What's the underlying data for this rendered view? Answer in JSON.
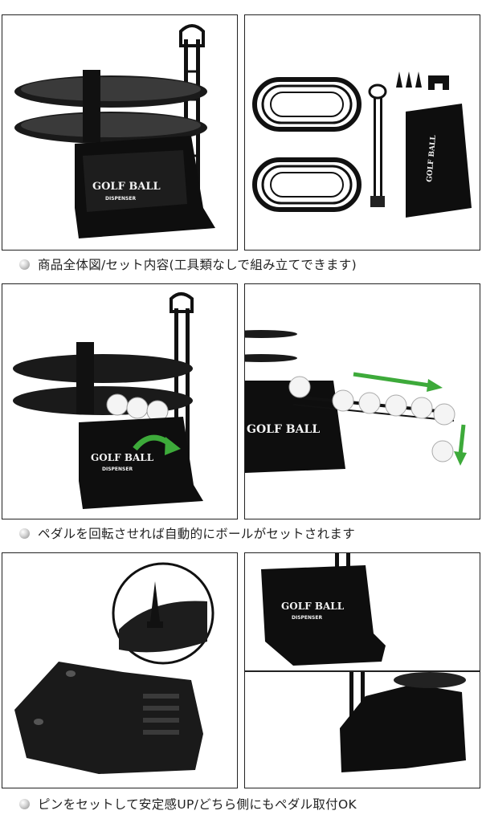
{
  "captions": {
    "row1": "商品全体図/セット内容(工具類なしで組み立てできます)",
    "row2": "ペダルを回転させれば自動的にボールがセットされます",
    "row3": "ピンをセットして安定感UP/どちら側にもペダル取付OK"
  },
  "product_logo": {
    "line1": "GOLF BALL",
    "line2": "DISPENSER"
  },
  "colors": {
    "product": "#111111",
    "arrow": "#3daa3a",
    "background": "#ffffff"
  },
  "icons": [
    "caption-bullet-icon",
    "green-arrow-icon"
  ]
}
